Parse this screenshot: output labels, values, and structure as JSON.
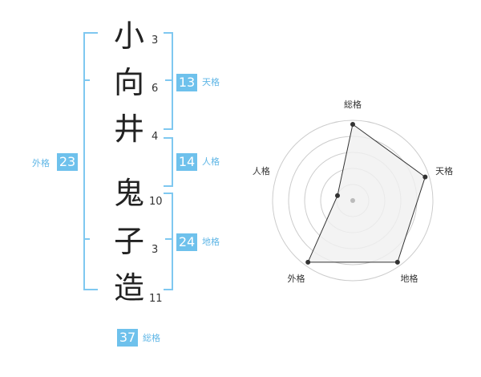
{
  "name_chars": [
    {
      "char": "小",
      "strokes": "3"
    },
    {
      "char": "向",
      "strokes": "6"
    },
    {
      "char": "井",
      "strokes": "4"
    },
    {
      "char": "鬼",
      "strokes": "10"
    },
    {
      "char": "子",
      "strokes": "3"
    },
    {
      "char": "造",
      "strokes": "11"
    }
  ],
  "fortunes": {
    "tenkaku": {
      "value": "13",
      "label": "天格"
    },
    "jinkaku": {
      "value": "14",
      "label": "人格"
    },
    "chikaku": {
      "value": "24",
      "label": "地格"
    },
    "gaikaku": {
      "value": "23",
      "label": "外格"
    },
    "soukaku": {
      "value": "37",
      "label": "総格"
    }
  },
  "chart_data": {
    "type": "radar",
    "axes": [
      "総格",
      "天格",
      "地格",
      "外格",
      "人格"
    ],
    "values": [
      0.95,
      0.95,
      0.95,
      0.95,
      0.2
    ],
    "range": [
      0,
      1
    ],
    "rings": 5,
    "colors": {
      "fill": "#f0f0f0",
      "line": "#333333",
      "ring": "#cccccc",
      "center": "#bbbbbb"
    }
  }
}
